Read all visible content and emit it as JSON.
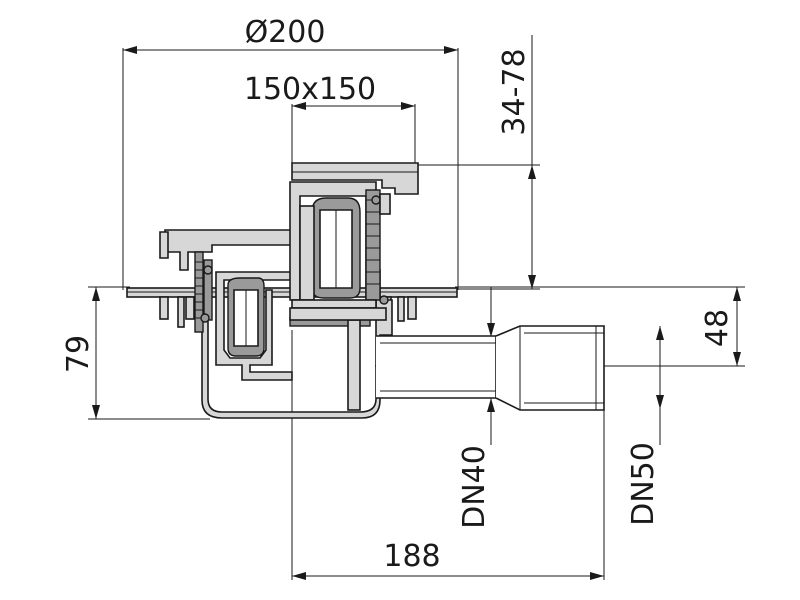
{
  "dimensions": {
    "diameter": "Ø200",
    "grate": "150x150",
    "height_range": "34-78",
    "body_height": "79",
    "outlet_height": "48",
    "outlet_dn40": "DN40",
    "outlet_dn50": "DN50",
    "length": "188"
  }
}
